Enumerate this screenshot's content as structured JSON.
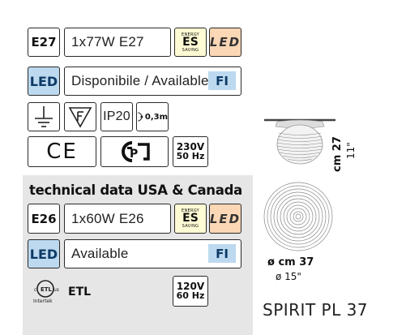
{
  "eu": {
    "socket": "E27",
    "bulb_spec": "1x77W E27",
    "energy_label_top": "ENERGY",
    "energy_label_main": "ES",
    "energy_label_bottom": "SAVING",
    "led_badge": "LED",
    "led_label": "LED",
    "availability": "Disponibile / Available",
    "fi_label": "FI",
    "ip_rating": "IP20",
    "cable_length": "0,3m",
    "ce_mark": "CE",
    "voltage": "230V",
    "frequency": "50 Hz"
  },
  "usa": {
    "section_title": "technical data USA & Canada",
    "socket": "E26",
    "bulb_spec": "1x60W E26",
    "energy_label_top": "ENERGY",
    "energy_label_main": "ES",
    "energy_label_bottom": "SAVING",
    "led_badge": "LED",
    "led_label": "LED",
    "availability": "Available",
    "fi_label": "FI",
    "etl_mark": "ETL",
    "etl_small": "Intertek",
    "voltage": "120V",
    "frequency": "60 Hz"
  },
  "dimensions": {
    "height_cm": "cm 27",
    "height_in": "11\"",
    "diameter_cm": "ø cm 37",
    "diameter_in": "ø 15\""
  },
  "product_name": "SPIRIT PL 37"
}
